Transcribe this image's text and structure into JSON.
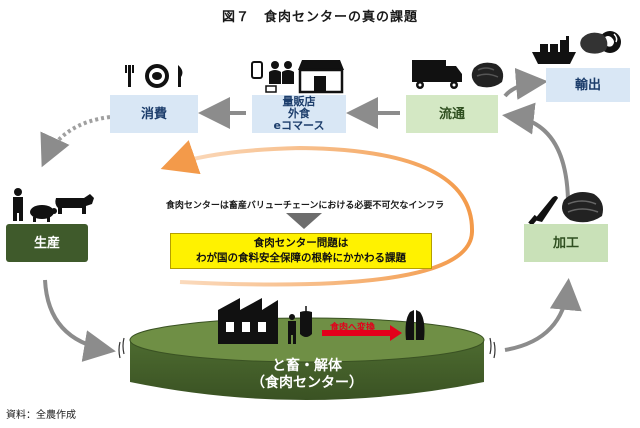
{
  "title": "図７　食肉センターの真の課題",
  "nodes": {
    "consumption": "消費",
    "retail": [
      "量販店",
      "外食",
      "eコマース"
    ],
    "distribution": "流通",
    "export": "輸出",
    "production": "生産",
    "processing": "加工",
    "slaughter": [
      "と畜・解体",
      "（食肉センター）"
    ]
  },
  "callout": {
    "statement": "食肉センターは畜産バリューチェーンにおける必要不可欠なインフラ",
    "issue": [
      "食肉センター問題は",
      "わが国の食料安全保障の根幹にかかわる課題"
    ]
  },
  "convert_label": "食肉へ変換",
  "source": "資料：全農作成",
  "colors": {
    "blue_box": "#d9e7f5",
    "light_green_box": "#d4e8c4",
    "dark_green_box": "#3f5a2b",
    "highlight": "#fff200",
    "orange_arrow": "#f39a4a",
    "red_arrow": "#e3001b"
  }
}
